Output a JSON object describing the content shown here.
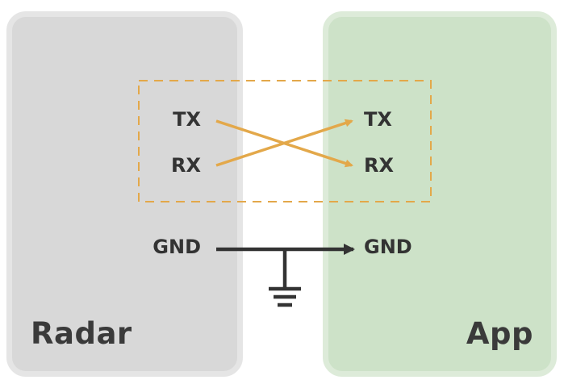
{
  "blocks": {
    "radar": {
      "title": "Radar",
      "pins": {
        "tx": "TX",
        "rx": "RX",
        "gnd": "GND"
      }
    },
    "app": {
      "title": "App",
      "pins": {
        "tx": "TX",
        "rx": "RX",
        "gnd": "GND"
      }
    }
  },
  "connections": [
    {
      "from": "radar.tx",
      "to": "app.rx"
    },
    {
      "from": "radar.rx",
      "to": "app.tx"
    },
    {
      "from": "radar.gnd",
      "to": "app.gnd"
    }
  ],
  "colors": {
    "radar_fill": "#d8d8d8",
    "app_fill": "#cde2c8",
    "uart_wire": "#e3a84a",
    "gnd_wire": "#333333"
  },
  "icons": {
    "ground": "ground-symbol-icon"
  }
}
